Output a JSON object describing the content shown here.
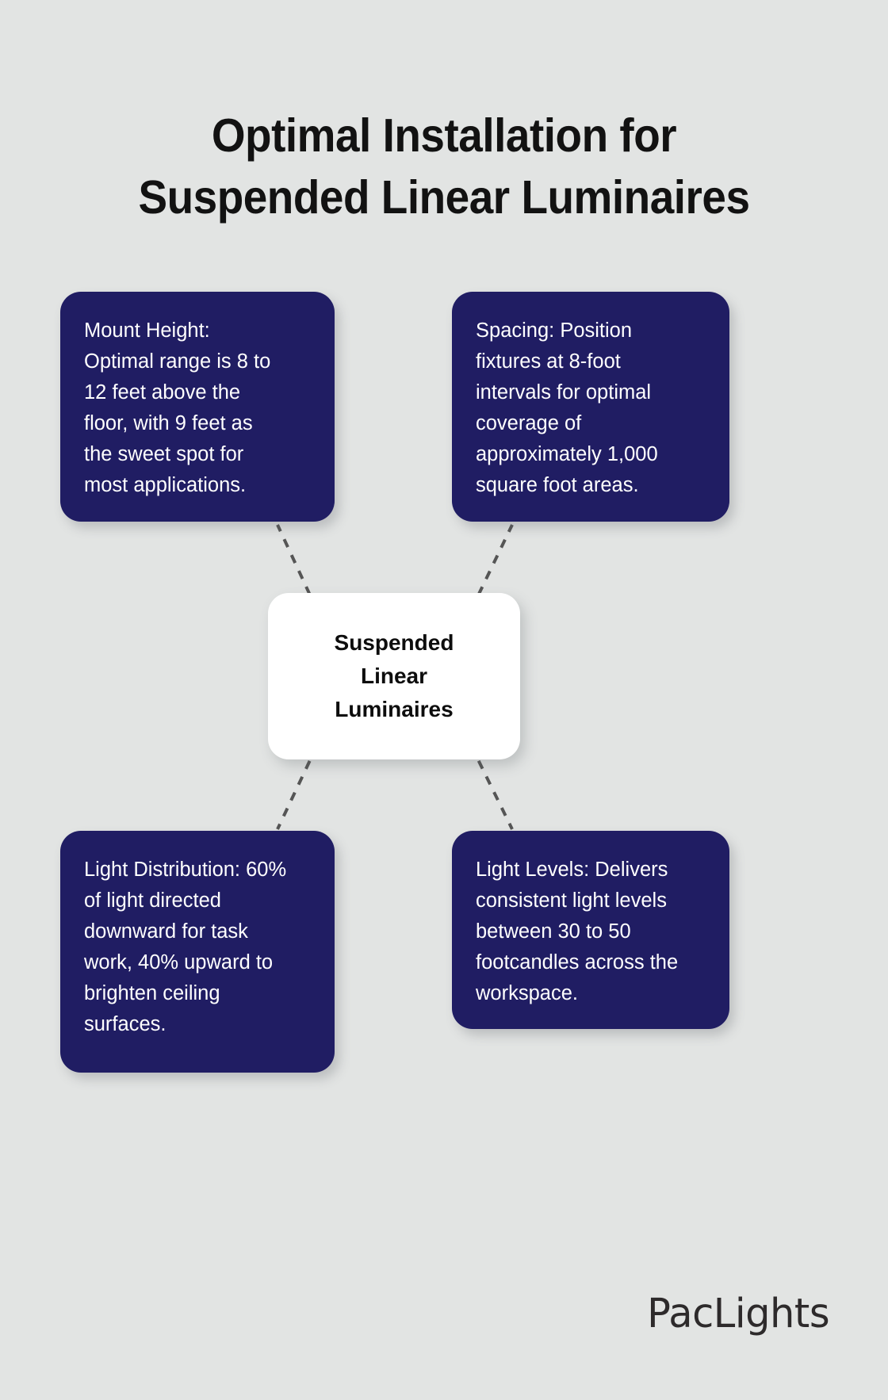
{
  "page": {
    "background_color": "#e2e4e3",
    "card_color": "#201d63",
    "card_text_color": "#ffffff",
    "center_node_color": "#ffffff",
    "title_color": "#121212",
    "connector_color": "#555555"
  },
  "title": {
    "line1": "Optimal Installation for",
    "line2": "Suspended Linear Luminaires"
  },
  "center": {
    "label": "Suspended\nLinear\nLuminaires"
  },
  "cards": {
    "mount_height": {
      "text": "Mount Height:\nOptimal range is 8 to\n12 feet above the\nfloor, with 9 feet as\nthe sweet spot for\nmost applications."
    },
    "spacing": {
      "text": "Spacing: Position\nfixtures at 8-foot\nintervals for optimal\ncoverage of\napproximately 1,000\nsquare foot areas."
    },
    "light_distribution": {
      "text": "Light Distribution: 60%\nof light directed\ndownward for task\nwork, 40% upward to\nbrighten ceiling\nsurfaces."
    },
    "light_levels": {
      "text": "Light Levels: Delivers\nconsistent light levels\nbetween 30 to 50\nfootcandles across the\nworkspace."
    }
  },
  "brand": {
    "name": "PacLights"
  }
}
